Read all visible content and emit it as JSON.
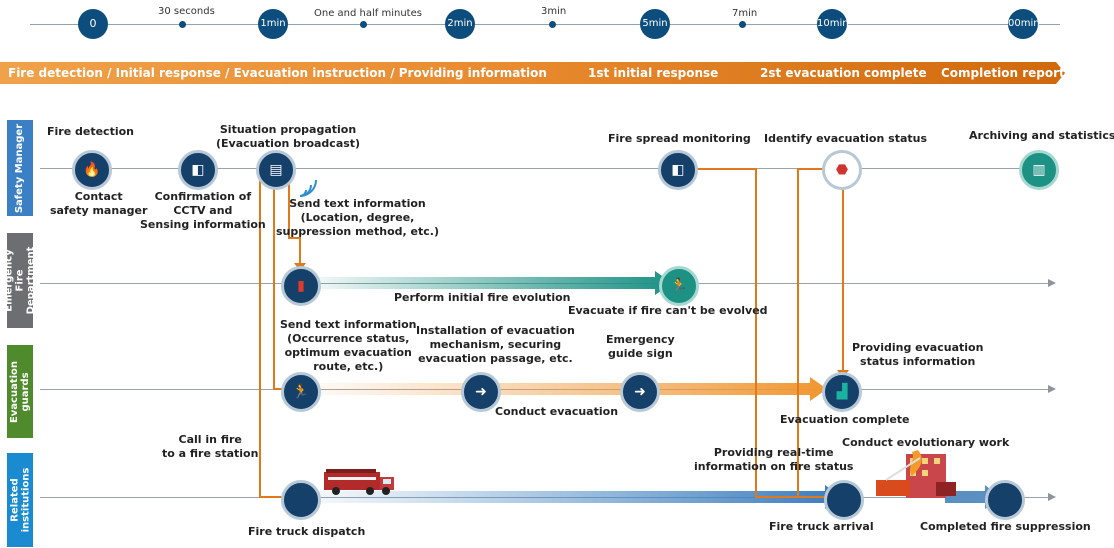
{
  "timeline": {
    "markers": [
      {
        "text": "0"
      },
      {
        "text": "1min"
      },
      {
        "text": "2min"
      },
      {
        "text": "5min"
      },
      {
        "text": "10min"
      },
      {
        "text": "00min"
      }
    ],
    "mid_labels": [
      "30 seconds",
      "One and half minutes",
      "3min",
      "7min"
    ]
  },
  "banner": {
    "left": "Fire detection / Initial response / Evacuation instruction / Providing information",
    "first": "1st initial response",
    "second": "2st evacuation complete",
    "completion": "Completion report"
  },
  "lanes": {
    "safety_manager": "Safety Manager",
    "fire_department": "Emergency Fire Department",
    "guards": "Evacuation guards",
    "institutions": "Related institutions"
  },
  "labels": {
    "fire_detection": "Fire detection",
    "contact": "Contact\nsafety manager",
    "confirmation": "Confirmation of\nCCTV and\nSensing information",
    "situation": "Situation propagation\n(Evacuation broadcast)",
    "send_text_1": "Send text information\n(Location, degree,\nsuppression method, etc.)",
    "fire_spread": "Fire spread monitoring",
    "identify": "Identify evacuation status",
    "archiving": "Archiving and statistics",
    "perform_initial": "Perform initial fire evolution",
    "evacuate_if": "Evacuate if fire can't be evolved",
    "send_text_2": "Send text information\n(Occurrence status,\noptimum evacuation\nroute, etc.)",
    "installation": "Installation of evacuation\nmechanism, securing\nevacuation passage, etc.",
    "emergency_sign": "Emergency\nguide sign",
    "conduct_evac": "Conduct evacuation",
    "providing_evac": "Providing evacuation\nstatus information",
    "evac_complete": "Evacuation complete",
    "call_in": "Call in fire\nto a fire station",
    "providing_realtime": "Providing real-time\ninformation on fire status",
    "conduct_evol": "Conduct evolutionary work",
    "truck_dispatch": "Fire truck dispatch",
    "truck_arrival": "Fire truck arrival",
    "completed": "Completed fire suppression"
  },
  "colors": {
    "navy": "#0d4d7d",
    "orange": "#e0781c",
    "teal": "#1c9184",
    "lane_safety": "#3b7fc4",
    "lane_fire": "#6d6e71",
    "lane_guards": "#4f8a2c",
    "lane_inst": "#1a8bd0"
  }
}
